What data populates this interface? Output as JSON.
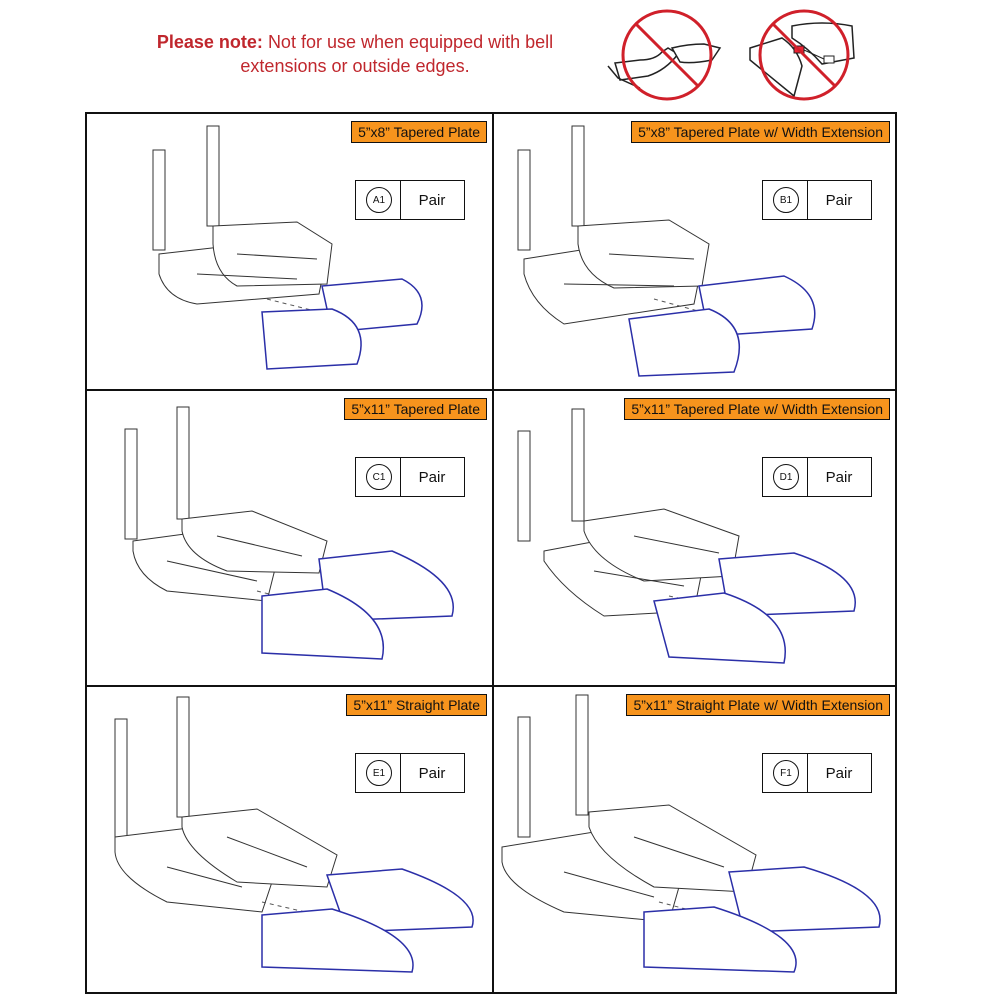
{
  "note": {
    "bold_text": "Please note:",
    "text": "Not for use when equipped with bell extensions or outside edges."
  },
  "prohibited_icons": [
    "bell-extension-prohibited-icon",
    "outside-edge-prohibited-icon"
  ],
  "colors": {
    "label_fill": "#f7941d",
    "note_text": "#c0272d",
    "pad_outline": "#2b2fa8",
    "prohibit_red": "#d0202a"
  },
  "panels": [
    {
      "title": "5”x8” Tapered Plate",
      "callout": "A1",
      "quantity": "Pair"
    },
    {
      "title": "5”x8” Tapered Plate w/ Width Extension",
      "callout": "B1",
      "quantity": "Pair"
    },
    {
      "title": "5”x11” Tapered Plate",
      "callout": "C1",
      "quantity": "Pair"
    },
    {
      "title": "5”x11” Tapered Plate w/ Width Extension",
      "callout": "D1",
      "quantity": "Pair"
    },
    {
      "title": "5”x11” Straight Plate",
      "callout": "E1",
      "quantity": "Pair"
    },
    {
      "title": "5”x11” Straight Plate w/ Width Extension",
      "callout": "F1",
      "quantity": "Pair"
    }
  ]
}
